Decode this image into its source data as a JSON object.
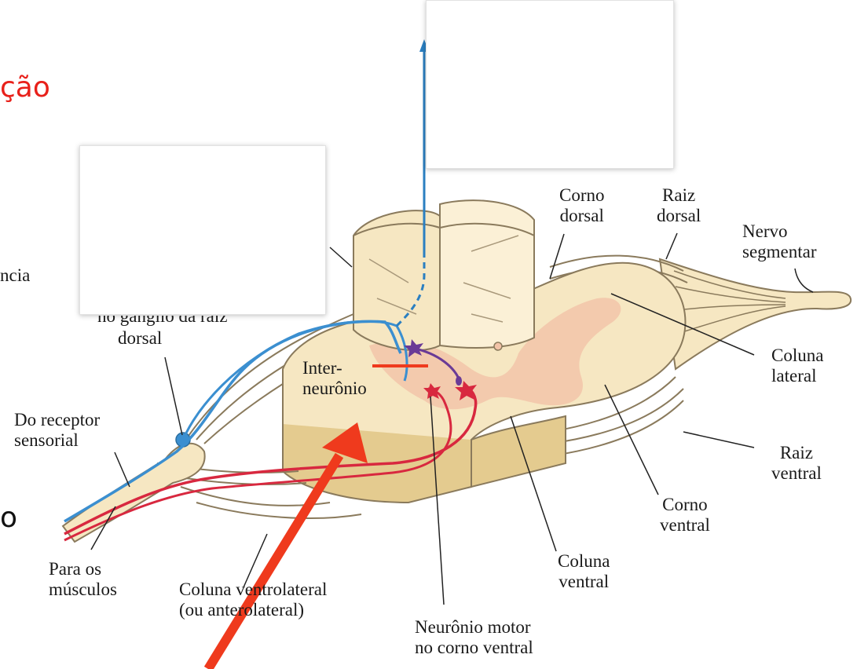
{
  "slide_fragments": {
    "title_tail": "ção",
    "left_tail": "ncia",
    "bullet_tail": "o"
  },
  "labels": {
    "corno_dorsal_1": "Corno",
    "corno_dorsal_2": "dorsal",
    "raiz_dorsal_1": "Raiz",
    "raiz_dorsal_2": "dorsal",
    "nervo_1": "Nervo",
    "nervo_2": "segmentar",
    "ganglio_1": "no gânglio da raiz",
    "ganglio_2": "dorsal",
    "inter_1": "Inter-",
    "inter_2": "neurônio",
    "receptor_1": "Do receptor",
    "receptor_2": "sensorial",
    "coluna_lateral_1": "Coluna",
    "coluna_lateral_2": "lateral",
    "raiz_ventral_1": "Raiz",
    "raiz_ventral_2": "ventral",
    "corno_ventral_1": "Corno",
    "corno_ventral_2": "ventral",
    "coluna_ventral_1": "Coluna",
    "coluna_ventral_2": "ventral",
    "para_1": "Para os",
    "para_2": "músculos",
    "ventrolateral_1": "Coluna ventrolateral",
    "ventrolateral_2": "(ou anterolateral)",
    "motor_1": "Neurônio motor",
    "motor_2": "no corno ventral"
  },
  "colors": {
    "slide_red": "#e8201a",
    "arrow_red": "#ef3a1d",
    "ascending_blue": "#2b7fc1",
    "sensory_blue": "#3b8fd0",
    "motor_red": "#d8283f",
    "interneuron_purple": "#6a3a96",
    "cord_fill": "#f6e7c2",
    "cord_side": "#e4cb8f",
    "gray_matter": "#f2c3a8",
    "outline": "#8a7a5c"
  }
}
